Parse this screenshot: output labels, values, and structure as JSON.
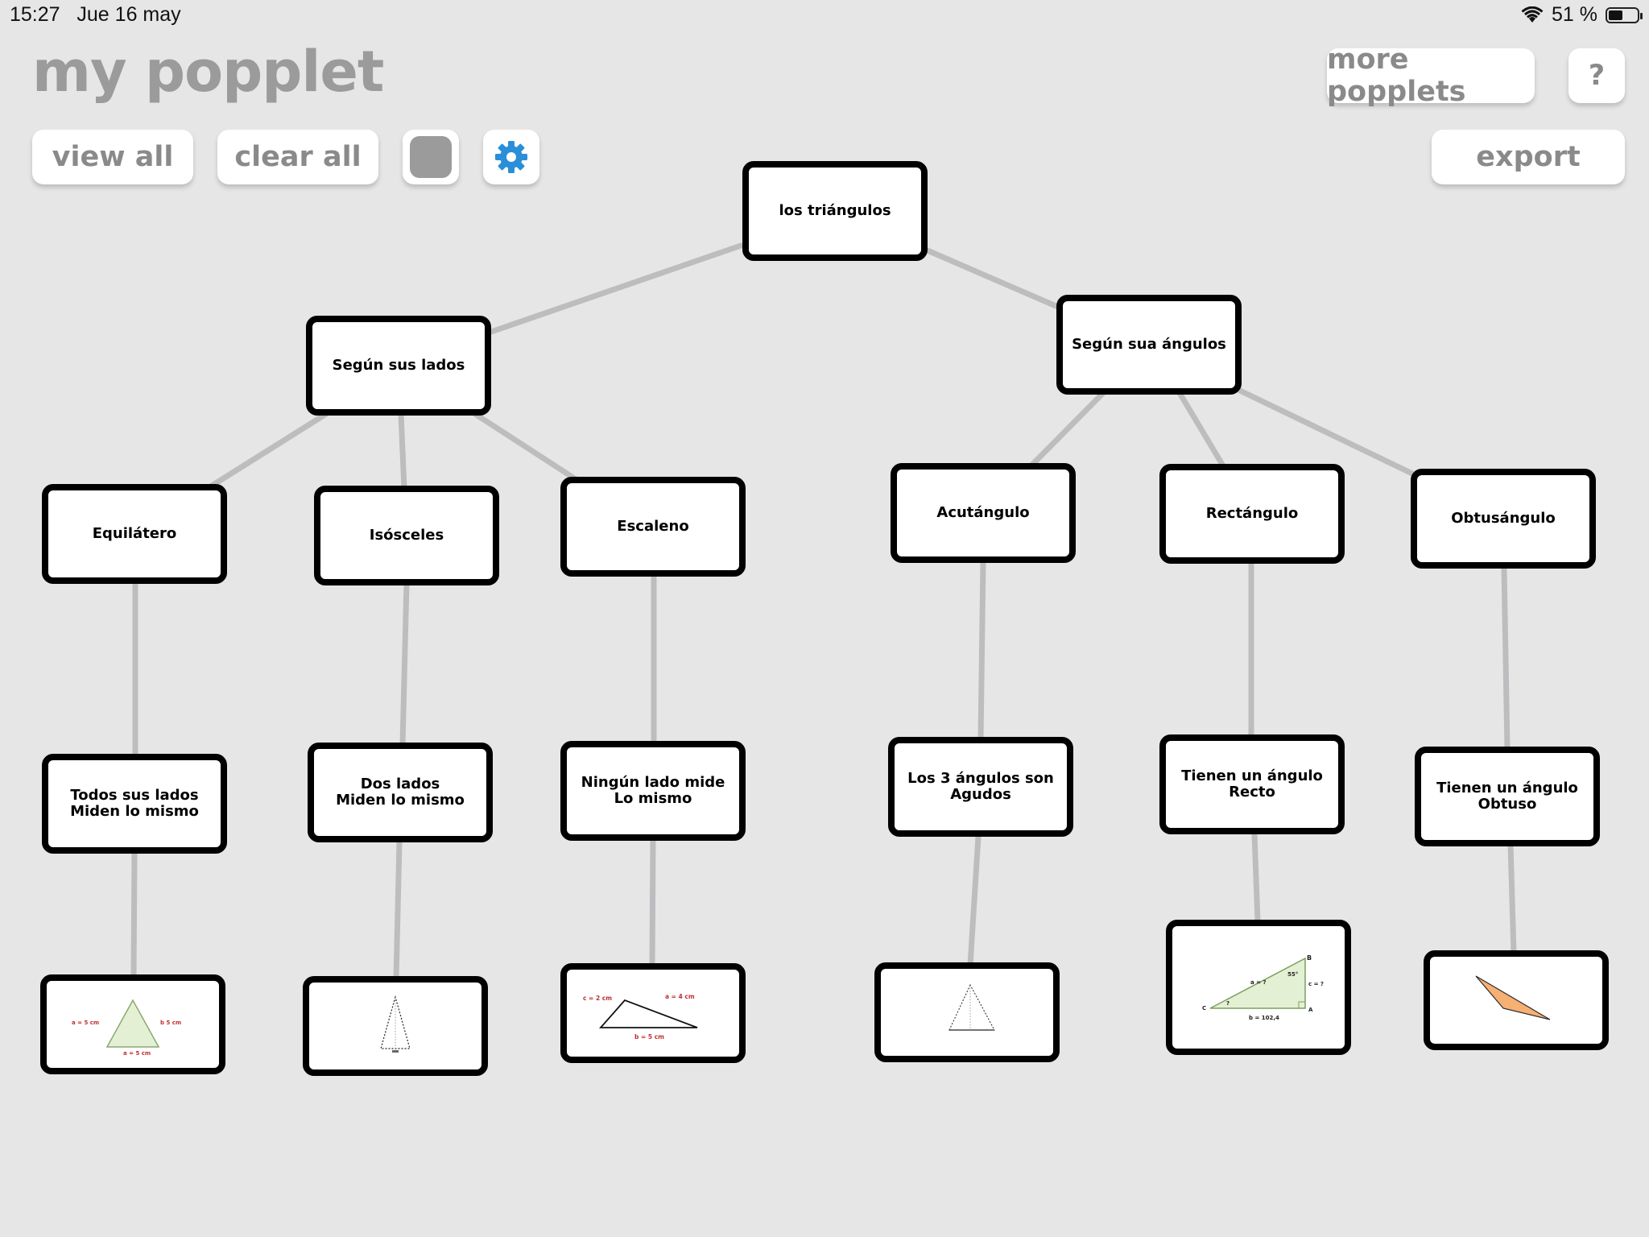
{
  "status_bar": {
    "time": "15:27",
    "date": "Jue 16 may",
    "battery_text": "51 %",
    "battery_level": 0.51
  },
  "app": {
    "title": "my popplet"
  },
  "toolbar": {
    "view_all": "view all",
    "clear_all": "clear all",
    "color_value": "#9b9b9b",
    "settings_icon": "gear-icon",
    "more_popplets": "more popplets",
    "help": "?",
    "export": "export"
  },
  "colors": {
    "background": "#e6e6e6",
    "accent": "#2a8fd8",
    "connector": "#bdbdc0"
  },
  "mindmap": {
    "root": "los triángulos",
    "categories": {
      "lados": "Según sus lados",
      "angulos": "Según sua ángulos"
    },
    "types": {
      "equilatero": "Equilátero",
      "isosceles": "Isósceles",
      "escaleno": "Escaleno",
      "acutangulo": "Acutángulo",
      "rectangulo": "Rectángulo",
      "obtusangulo": "Obtusángulo"
    },
    "descriptions": {
      "equilatero": "Todos sus lados\nMiden lo mismo",
      "isosceles": "Dos lados\nMiden lo mismo",
      "escaleno": "Ningún lado mide\nLo mismo",
      "acutangulo": "Los 3 ángulos son\nAgudos",
      "rectangulo": "Tienen un ángulo\nRecto",
      "obtusangulo": "Tienen un ángulo\nObtuso"
    },
    "images": {
      "equilatero": "equilateral-triangle-image",
      "isosceles": "isosceles-triangle-image",
      "escaleno": "scalene-triangle-image",
      "acutangulo": "acute-triangle-image",
      "rectangulo": "right-triangle-image",
      "obtusangulo": "obtuse-triangle-image"
    },
    "image_labels": {
      "eq_left": "a = 5 cm",
      "eq_right": "b 5 cm",
      "eq_bottom": "a = 5 cm",
      "sc_left": "c = 2 cm",
      "sc_right": "a = 4 cm",
      "sc_bottom": "b = 5 cm",
      "rt_b": "B",
      "rt_angle": "55°",
      "rt_hyp": "a = ?",
      "rt_side": "c = ?",
      "rt_c": "C",
      "rt_a": "A",
      "rt_base": "b = 102,4",
      "rt_q": "?"
    }
  }
}
